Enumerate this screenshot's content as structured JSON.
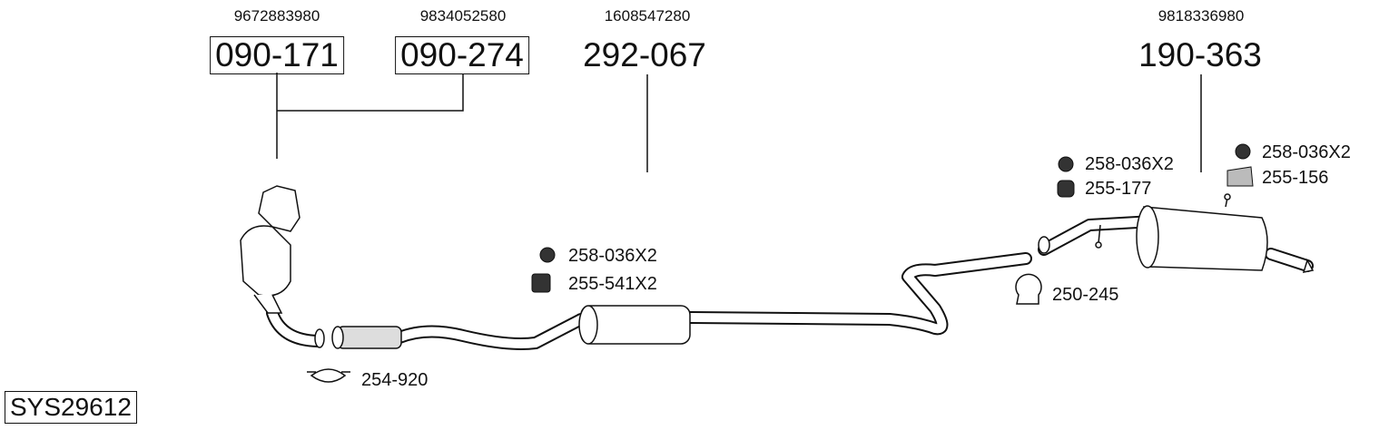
{
  "groups": [
    {
      "oem": "9672883980",
      "part": "090-171"
    },
    {
      "oem": "9834052580",
      "part": "090-274"
    },
    {
      "oem": "1608547280",
      "part": "292-067"
    },
    {
      "oem": "9818336980",
      "part": "190-363"
    }
  ],
  "accessories": {
    "front_nut": "258-036X2",
    "front_hanger": "255-541X2",
    "front_clamp": "254-920",
    "mid_clamp": "250-245",
    "rear_nut_1": "258-036X2",
    "rear_hanger_1": "255-177",
    "rear_nut_2": "258-036X2",
    "rear_hanger_2": "255-156"
  },
  "system_id": "SYS29612"
}
